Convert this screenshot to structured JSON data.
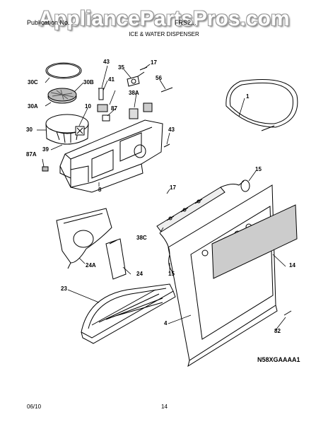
{
  "watermark": "AppliancePartsPros.com",
  "header": {
    "left_text": "Publication No. ...",
    "mid_text": "FRS2...",
    "title": "ICE & WATER DISPENSER"
  },
  "callouts": {
    "c30c": "30C",
    "c30b": "30B",
    "c30a": "30A",
    "c30": "30",
    "c10": "10",
    "c39": "39",
    "c87a": "87A",
    "c43a": "43",
    "c41": "41",
    "c87": "87",
    "c35": "35",
    "c17a": "17",
    "c56": "56",
    "c38a": "38A",
    "c43b": "43",
    "c8": "8",
    "c1": "1",
    "c15a": "15",
    "c17b": "17",
    "c38c": "38C",
    "c15b": "15",
    "c24a": "24A",
    "c24": "24",
    "c23": "23",
    "c14": "14",
    "c4": "4",
    "c82": "82"
  },
  "model_code": "N58XGAAAA1",
  "footer": {
    "date": "06/10",
    "page": "14"
  }
}
